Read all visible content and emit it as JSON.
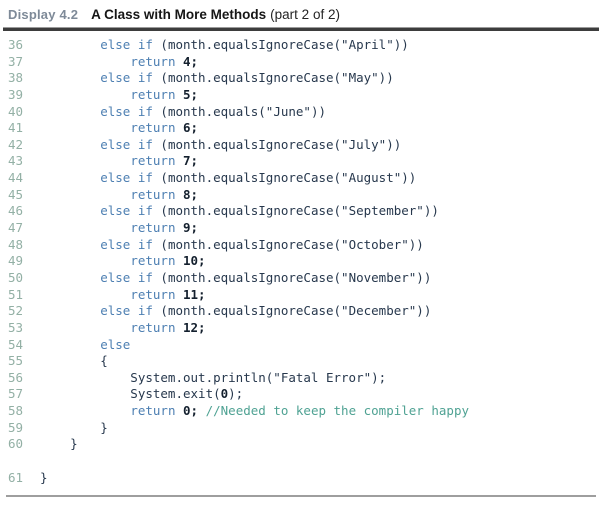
{
  "header": {
    "display_label": "Display 4.2",
    "title": "A Class with More Methods",
    "part": "(part 2 of 2)"
  },
  "colors": {
    "keyword": "#4d7fb2",
    "code": "#27384d",
    "number": "#14202e",
    "comment": "#4fa293",
    "line_number": "#93b0a5",
    "display_label": "#7e8a98",
    "rule_dark": "#3d3d3d",
    "rule_gray": "#9e9e9e"
  },
  "code": {
    "language": "java",
    "lines": [
      {
        "n": "36",
        "segments": [
          [
            "pl",
            "        "
          ],
          [
            "kw",
            "else if"
          ],
          [
            "pl",
            " (month.equalsIgnoreCase(\"April\"))"
          ]
        ]
      },
      {
        "n": "37",
        "segments": [
          [
            "pl",
            "            "
          ],
          [
            "kw",
            "return"
          ],
          [
            "pl",
            " "
          ],
          [
            "num",
            "4;"
          ]
        ]
      },
      {
        "n": "38",
        "segments": [
          [
            "pl",
            "        "
          ],
          [
            "kw",
            "else if"
          ],
          [
            "pl",
            " (month.equalsIgnoreCase(\"May\"))"
          ]
        ]
      },
      {
        "n": "39",
        "segments": [
          [
            "pl",
            "            "
          ],
          [
            "kw",
            "return"
          ],
          [
            "pl",
            " "
          ],
          [
            "num",
            "5;"
          ]
        ]
      },
      {
        "n": "40",
        "segments": [
          [
            "pl",
            "        "
          ],
          [
            "kw",
            "else if"
          ],
          [
            "pl",
            " (month.equals(\"June\"))"
          ]
        ]
      },
      {
        "n": "41",
        "segments": [
          [
            "pl",
            "            "
          ],
          [
            "kw",
            "return"
          ],
          [
            "pl",
            " "
          ],
          [
            "num",
            "6;"
          ]
        ]
      },
      {
        "n": "42",
        "segments": [
          [
            "pl",
            "        "
          ],
          [
            "kw",
            "else if"
          ],
          [
            "pl",
            " (month.equalsIgnoreCase(\"July\"))"
          ]
        ]
      },
      {
        "n": "43",
        "segments": [
          [
            "pl",
            "            "
          ],
          [
            "kw",
            "return"
          ],
          [
            "pl",
            " "
          ],
          [
            "num",
            "7;"
          ]
        ]
      },
      {
        "n": "44",
        "segments": [
          [
            "pl",
            "        "
          ],
          [
            "kw",
            "else if"
          ],
          [
            "pl",
            " (month.equalsIgnoreCase(\"August\"))"
          ]
        ]
      },
      {
        "n": "45",
        "segments": [
          [
            "pl",
            "            "
          ],
          [
            "kw",
            "return"
          ],
          [
            "pl",
            " "
          ],
          [
            "num",
            "8;"
          ]
        ]
      },
      {
        "n": "46",
        "segments": [
          [
            "pl",
            "        "
          ],
          [
            "kw",
            "else if"
          ],
          [
            "pl",
            " (month.equalsIgnoreCase(\"September\"))"
          ]
        ]
      },
      {
        "n": "47",
        "segments": [
          [
            "pl",
            "            "
          ],
          [
            "kw",
            "return"
          ],
          [
            "pl",
            " "
          ],
          [
            "num",
            "9;"
          ]
        ]
      },
      {
        "n": "48",
        "segments": [
          [
            "pl",
            "        "
          ],
          [
            "kw",
            "else if"
          ],
          [
            "pl",
            " (month.equalsIgnoreCase(\"October\"))"
          ]
        ]
      },
      {
        "n": "49",
        "segments": [
          [
            "pl",
            "            "
          ],
          [
            "kw",
            "return"
          ],
          [
            "pl",
            " "
          ],
          [
            "num",
            "10;"
          ]
        ]
      },
      {
        "n": "50",
        "segments": [
          [
            "pl",
            "        "
          ],
          [
            "kw",
            "else if"
          ],
          [
            "pl",
            " (month.equalsIgnoreCase(\"November\"))"
          ]
        ]
      },
      {
        "n": "51",
        "segments": [
          [
            "pl",
            "            "
          ],
          [
            "kw",
            "return"
          ],
          [
            "pl",
            " "
          ],
          [
            "num",
            "11;"
          ]
        ]
      },
      {
        "n": "52",
        "segments": [
          [
            "pl",
            "        "
          ],
          [
            "kw",
            "else if"
          ],
          [
            "pl",
            " (month.equalsIgnoreCase(\"December\"))"
          ]
        ]
      },
      {
        "n": "53",
        "segments": [
          [
            "pl",
            "            "
          ],
          [
            "kw",
            "return"
          ],
          [
            "pl",
            " "
          ],
          [
            "num",
            "12;"
          ]
        ]
      },
      {
        "n": "54",
        "segments": [
          [
            "pl",
            "        "
          ],
          [
            "kw",
            "else"
          ]
        ]
      },
      {
        "n": "55",
        "segments": [
          [
            "pl",
            "        {"
          ]
        ]
      },
      {
        "n": "56",
        "segments": [
          [
            "pl",
            "            System.out.println(\"Fatal Error\");"
          ]
        ]
      },
      {
        "n": "57",
        "segments": [
          [
            "pl",
            "            System.exit("
          ],
          [
            "num",
            "0"
          ],
          [
            "pl",
            ");"
          ]
        ]
      },
      {
        "n": "58",
        "segments": [
          [
            "pl",
            "            "
          ],
          [
            "kw",
            "return"
          ],
          [
            "pl",
            " "
          ],
          [
            "num",
            "0;"
          ],
          [
            "pl",
            " "
          ],
          [
            "cm",
            "//Needed to keep the compiler happy"
          ]
        ]
      },
      {
        "n": "59",
        "segments": [
          [
            "pl",
            "        }"
          ]
        ]
      },
      {
        "n": "60",
        "segments": [
          [
            "pl",
            "    }"
          ]
        ]
      },
      {
        "n": "",
        "segments": []
      },
      {
        "n": "61",
        "segments": [
          [
            "pl",
            "}"
          ]
        ]
      }
    ]
  }
}
